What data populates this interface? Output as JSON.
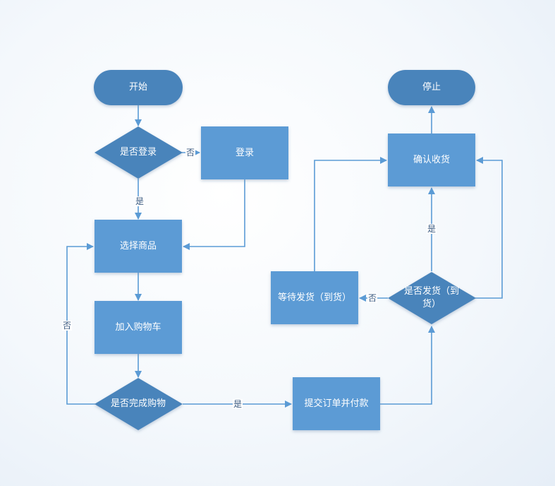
{
  "nodes": {
    "start": "开始",
    "is_logged_in": "是否登录",
    "login": "登录",
    "select_product": "选择商品",
    "add_to_cart": "加入购物车",
    "is_shopping_done": "是否完成购物",
    "submit_and_pay": "提交订单并付款",
    "is_shipped": "是否发货（到货）",
    "wait_shipment": "等待发货（到货）",
    "confirm_receipt": "确认收货",
    "stop": "停止"
  },
  "edges": {
    "login_no": "否",
    "login_yes": "是",
    "done_no": "否",
    "done_yes": "是",
    "shipped_yes": "是",
    "shipped_no": "否"
  },
  "colors": {
    "terminal": "#4a84bb",
    "process": "#5b9bd5",
    "decision": "#4a84bb",
    "line": "#5b9bd5"
  }
}
